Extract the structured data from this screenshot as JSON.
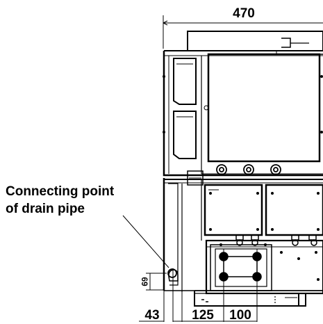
{
  "dimensions": {
    "overall_width": "470",
    "drain_offset_x": "43",
    "spacing_a": "125",
    "spacing_b": "100",
    "drain_height": "69"
  },
  "callout": {
    "line1": "Connecting point",
    "line2": "of drain pipe"
  }
}
